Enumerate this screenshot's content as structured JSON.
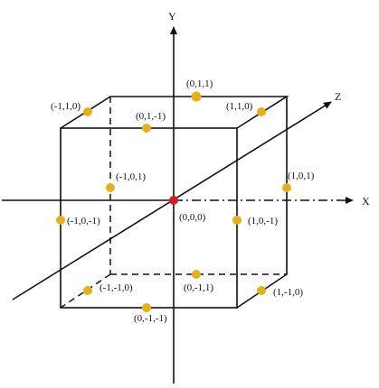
{
  "colors": {
    "line": "#111111",
    "vertex_dot": "#e8ae1c",
    "origin_dot": "#d61f1f",
    "background": "#ffffff"
  },
  "axes": {
    "x_label": "X",
    "y_label": "Y",
    "z_label": "Z"
  },
  "origin": {
    "label": "(0,0,0)"
  },
  "points": [
    {
      "id": "p-010",
      "label": "(0,1,1)"
    },
    {
      "id": "p-m110",
      "label": "(-1,1,0)"
    },
    {
      "id": "p-110",
      "label": "(1,1,0)"
    },
    {
      "id": "p-01m1",
      "label": "(0,1,-1)"
    },
    {
      "id": "p-m101",
      "label": "(-1,0,1)"
    },
    {
      "id": "p-101",
      "label": "(1,0,1)"
    },
    {
      "id": "p-m10m1",
      "label": "(-1,0,-1)"
    },
    {
      "id": "p-10m1",
      "label": "(1,0,-1)"
    },
    {
      "id": "p-m1m10",
      "label": "(-1,-1,0)"
    },
    {
      "id": "p-0m11",
      "label": "(0,-1,1)"
    },
    {
      "id": "p-1m10",
      "label": "(1,-1,0)"
    },
    {
      "id": "p-0m1m1",
      "label": "(0,-1,-1)"
    }
  ]
}
